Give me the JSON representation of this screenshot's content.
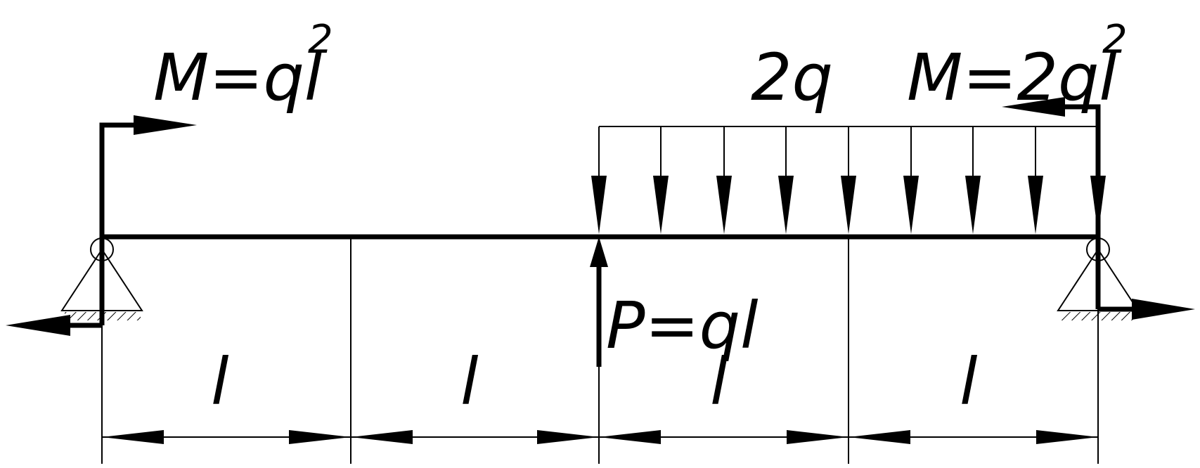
{
  "labels": {
    "moment_left": "M=ql",
    "moment_left_exp": "2",
    "moment_right": "M=2ql",
    "moment_right_exp": "2",
    "distributed_load": "2q",
    "point_force": "P=ql"
  },
  "spans": [
    {
      "label": "l"
    },
    {
      "label": "l"
    },
    {
      "label": "l"
    },
    {
      "label": "l"
    }
  ],
  "colors": {
    "stroke": "#000000",
    "background": "#ffffff"
  }
}
